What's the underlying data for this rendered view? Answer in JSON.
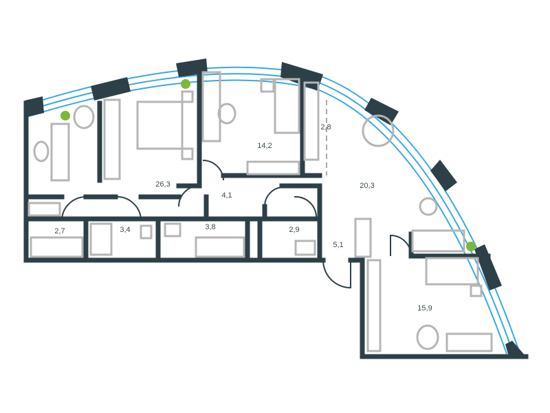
{
  "plan": {
    "colors": {
      "wall": "#2d4047",
      "window": "#3aa8e0",
      "furniture": "#b5b5b5",
      "plant": "#7ab83a"
    },
    "rooms": [
      {
        "id": "bedroom-large",
        "area": "26,3"
      },
      {
        "id": "bedroom-studio",
        "area": "14,2"
      },
      {
        "id": "kitchen",
        "area": "2,8"
      },
      {
        "id": "living",
        "area": "20,3"
      },
      {
        "id": "hall",
        "area": "4,1"
      },
      {
        "id": "storage",
        "area": "2,7"
      },
      {
        "id": "shower",
        "area": "3,4"
      },
      {
        "id": "bathroom",
        "area": "3,8"
      },
      {
        "id": "wc",
        "area": "2,9"
      },
      {
        "id": "entry",
        "area": "5,1"
      },
      {
        "id": "bedroom-small",
        "area": "15,9"
      }
    ]
  }
}
